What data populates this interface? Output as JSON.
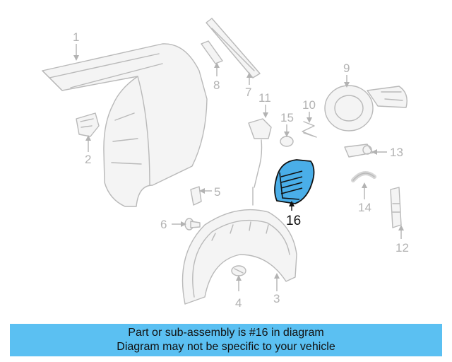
{
  "diagram": {
    "part_labels": [
      "1",
      "2",
      "3",
      "4",
      "5",
      "6",
      "7",
      "8",
      "9",
      "10",
      "11",
      "12",
      "13",
      "14",
      "15"
    ],
    "highlighted_label": "16"
  },
  "banner": {
    "line1": "Part or sub-assembly is #16 in diagram",
    "line2": "Diagram may not be specific to your vehicle"
  },
  "colors": {
    "banner_background": "#5bc0f2",
    "highlight_fill": "#4aaee8",
    "part_outline": "#b9b9b9"
  }
}
